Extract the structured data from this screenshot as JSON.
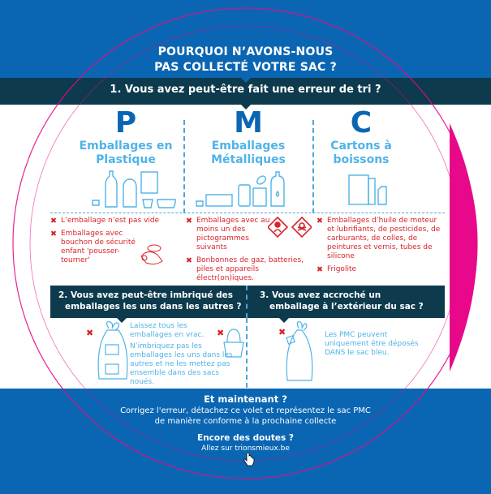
{
  "header": {
    "title_line1": "POURQUOI N’AVONS-NOUS",
    "title_line2": "PAS COLLECTÉ VOTRE SAC ?",
    "question1": "1. Vous avez peut-être fait une erreur de tri ?"
  },
  "categories": [
    {
      "letter": "P",
      "line1": "Emballages en",
      "line2": "Plastique",
      "icon": "plastic-packaging-icons"
    },
    {
      "letter": "M",
      "line1": "Emballages",
      "line2": "Métalliques",
      "icon": "metal-packaging-icons"
    },
    {
      "letter": "C",
      "line1": "Cartons à",
      "line2": "boissons",
      "icon": "drink-carton-icons"
    }
  ],
  "errors": {
    "p": [
      "L’emballage n’est pas vide",
      "Emballages avec bouchon de sécurité enfant 'pousser-tourner'"
    ],
    "m": [
      "Emballages avec au moins un des pictogrammes suivants",
      "Bonbonnes de gaz, batteries, piles et appareils électr(on)iques."
    ],
    "c": [
      "Emballages d’huile de moteur et lubrifiants, de pesticides, de carburants, de colles, de peintures et vernis, tubes de silicone",
      "Frigolite"
    ]
  },
  "question2": {
    "title_line1": "2. Vous avez peut-être imbriqué des",
    "title_line2": "emballages les uns dans les autres ?",
    "text1": "Laissez tous les emballages en vrac.",
    "text2": "N’imbriquez pas les emballages les uns dans les autres et ne les mettez pas ensemble dans des sacs noués."
  },
  "question3": {
    "title_line1": "3. Vous avez accroché un",
    "title_line2": "emballage à l’extérieur du sac ?",
    "text": "Les PMC peuvent uniquement être déposés DANS le sac bleu."
  },
  "footer": {
    "heading": "Et maintenant ?",
    "line1": "Corrigez l'erreur, détachez ce volet et représentez le sac PMC",
    "line2": "de manière conforme à la prochaine collecte",
    "heading2": "Encore des doutes ?",
    "link_prefix": "Allez sur ",
    "link": "trionsmieux.be"
  },
  "colors": {
    "blue": "#0a66b3",
    "dark": "#0d3a4d",
    "light_blue": "#4fb3e6",
    "red": "#d8232a",
    "pink": "#e8098a"
  },
  "error_mark": "✖"
}
